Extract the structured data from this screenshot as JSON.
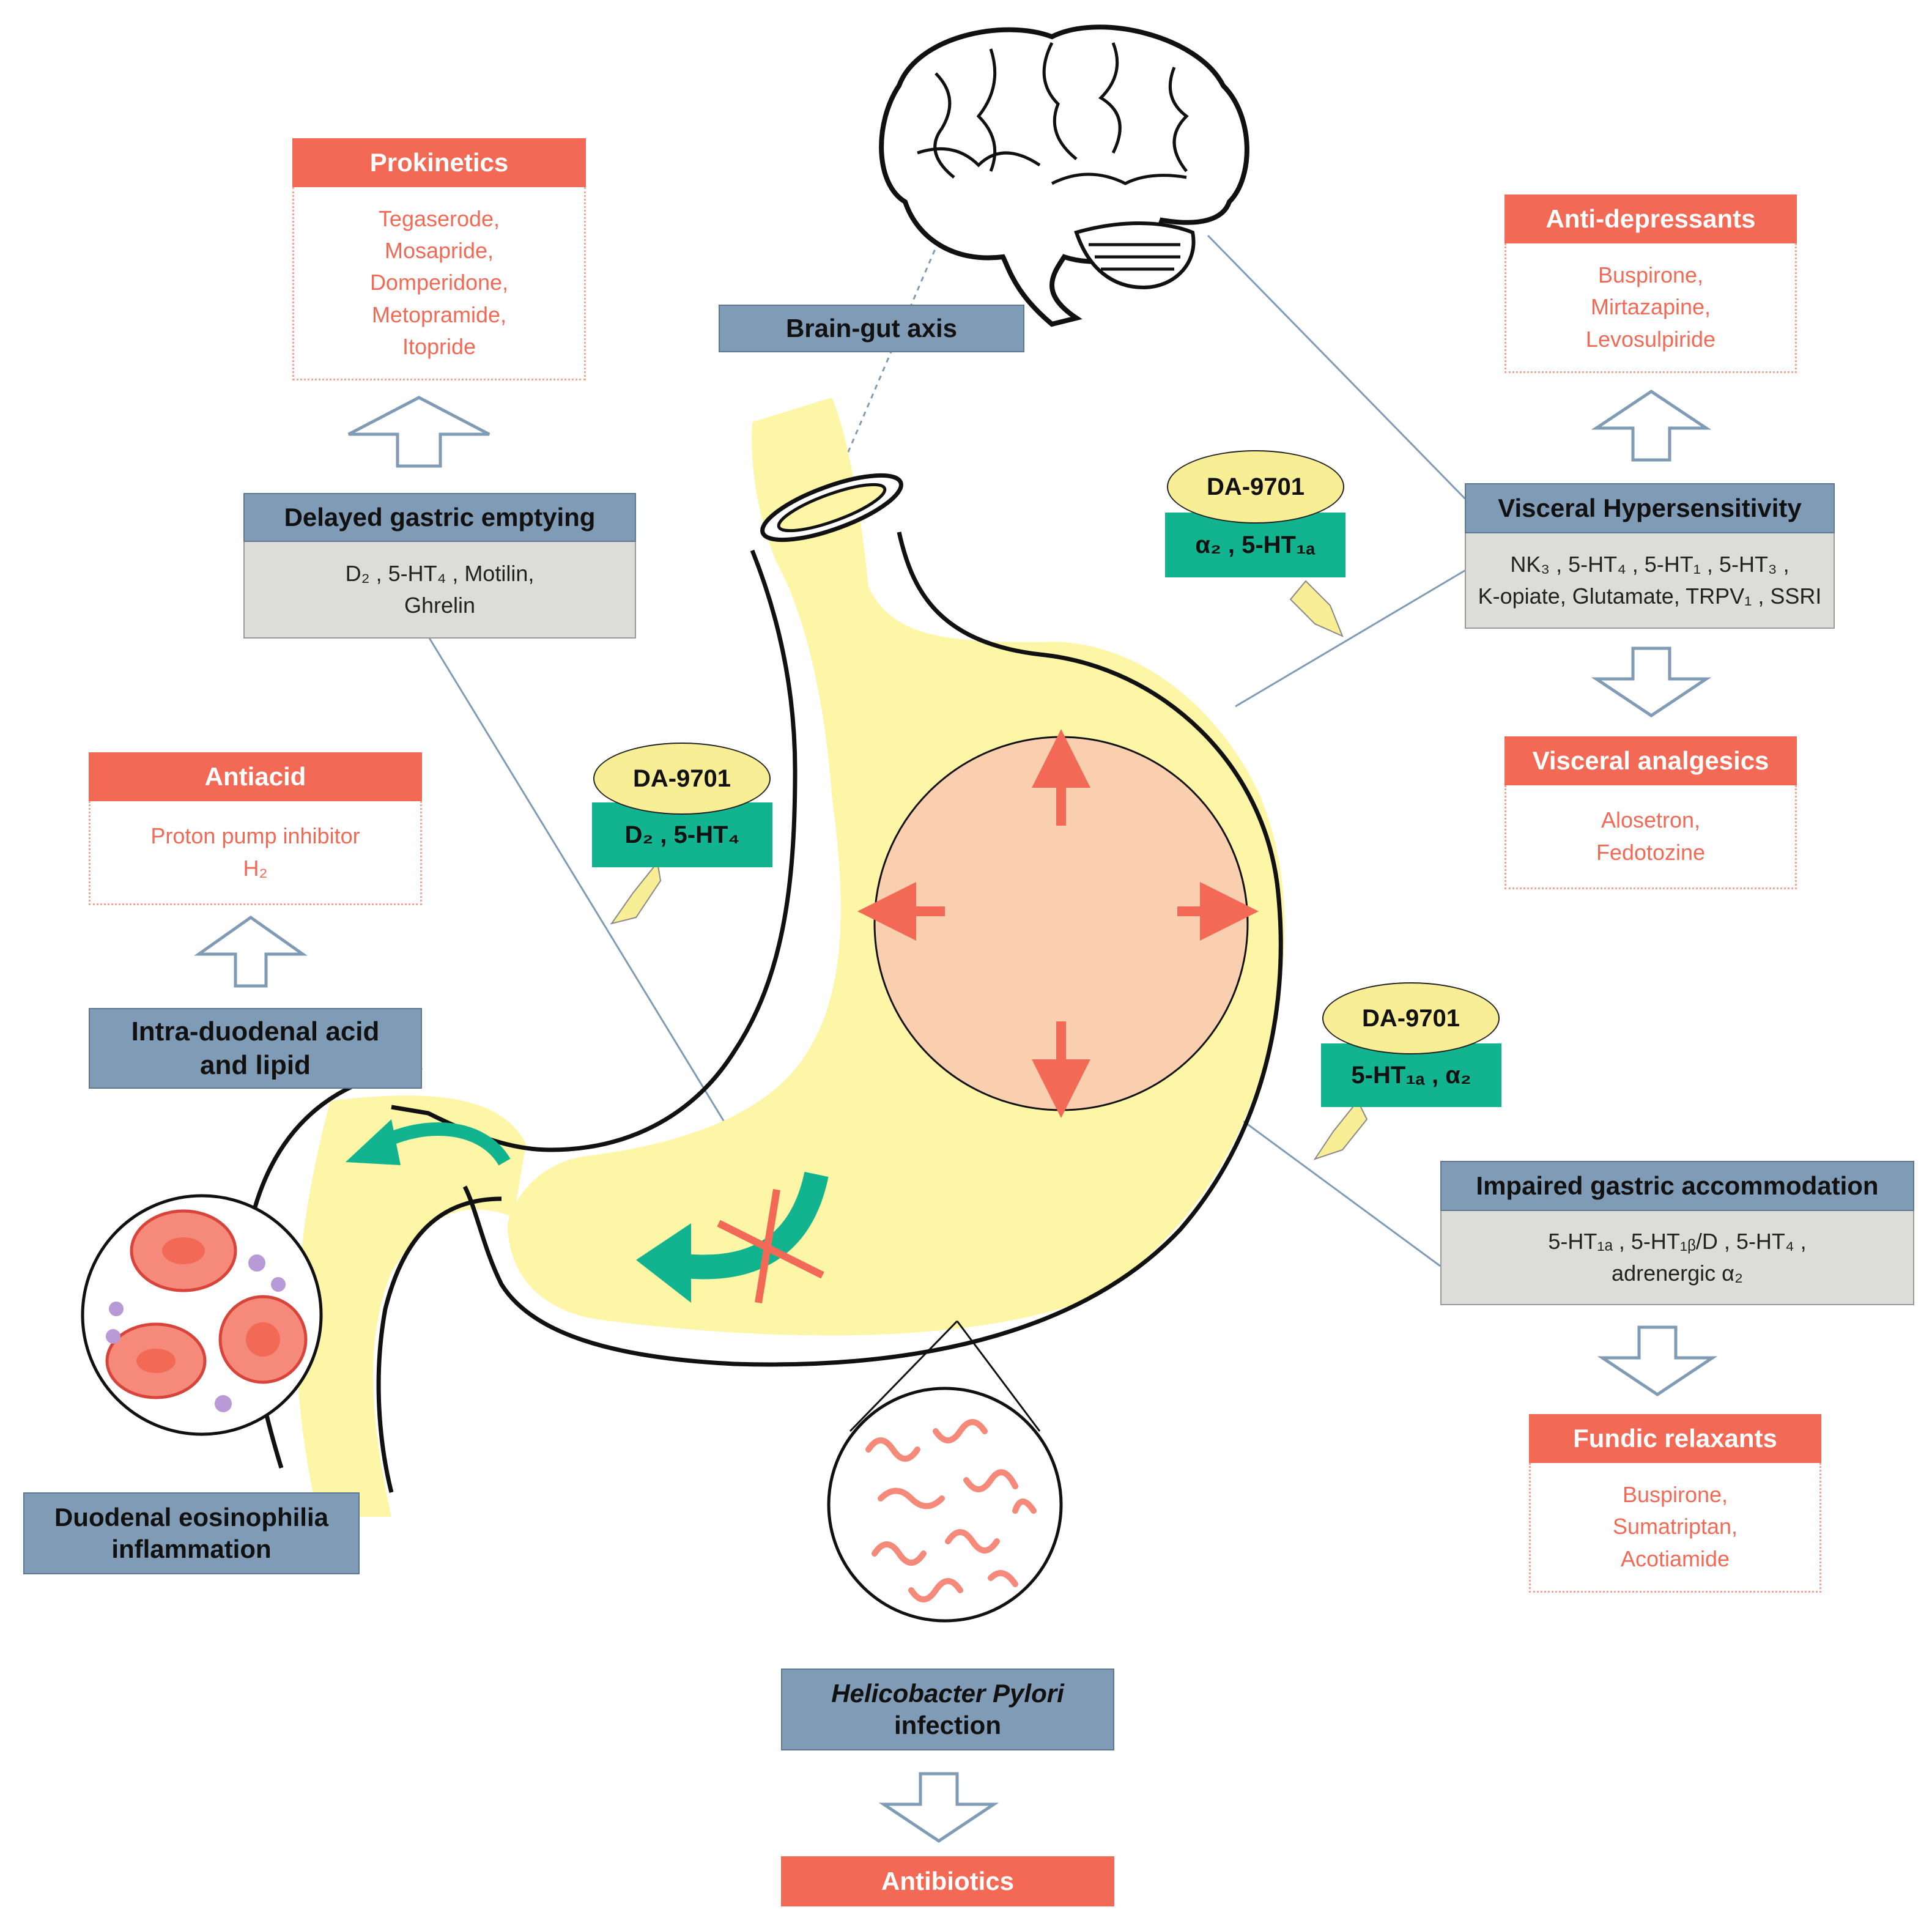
{
  "colors": {
    "cause_header": "#7f9bb5",
    "cause_body": "#dcdcd8",
    "treatment_header": "#f26a55",
    "treatment_text": "#f26a55",
    "drug_oval": "#f7ee95",
    "drug_receptor": "#12b48f",
    "stomach_fill": "#fdf6a6",
    "distension": "#f9cfb0",
    "outline_arrow": "#7f9bb5"
  },
  "brain_gut": {
    "label": "Brain-gut axis"
  },
  "prokinetics": {
    "title": "Prokinetics",
    "items": [
      "Tegaserode,",
      "Mosapride,",
      "Domperidone,",
      "Metopramide,",
      "Itopride"
    ]
  },
  "delayed_emptying": {
    "title": "Delayed gastric emptying",
    "lines": [
      "D₂ , 5-HT₄ , Motilin,",
      "Ghrelin"
    ]
  },
  "antiacid": {
    "title": "Antiacid",
    "items": [
      "Proton pump inhibitor",
      "H₂"
    ]
  },
  "intra_duodenal": {
    "line1": "Intra-duodenal acid",
    "line2": "and lipid"
  },
  "duodenal_eos": {
    "line1": "Duodenal eosinophilia",
    "line2": "inflammation"
  },
  "hpylori": {
    "line1": "Helicobacter Pylori",
    "line2": "infection"
  },
  "antibiotics": {
    "title": "Antibiotics"
  },
  "antidepressants": {
    "title": "Anti-depressants",
    "items": [
      "Buspirone,",
      "Mirtazapine,",
      "Levosulpiride"
    ]
  },
  "visceral_hyper": {
    "title": "Visceral Hypersensitivity",
    "lines": [
      "NK₃ , 5-HT₄ , 5-HT₁ , 5-HT₃ ,",
      "K-opiate, Glutamate, TRPV₁ , SSRI"
    ]
  },
  "visceral_analgesics": {
    "title": "Visceral analgesics",
    "items": [
      "Alosetron,",
      "Fedotozine"
    ]
  },
  "impaired_accommodation": {
    "title": "Impaired gastric accommodation",
    "lines": [
      "5-HT₁ₐ , 5-HT₁ᵦ/D , 5-HT₄ ,",
      "adrenergic α₂"
    ]
  },
  "fundic_relaxants": {
    "title": "Fundic relaxants",
    "items": [
      "Buspirone,",
      "Sumatriptan,",
      "Acotiamide"
    ]
  },
  "drug_tags": [
    {
      "name": "DA-9701",
      "receptors": "α₂ , 5-HT₁ₐ"
    },
    {
      "name": "DA-9701",
      "receptors": "D₂ , 5-HT₄"
    },
    {
      "name": "DA-9701",
      "receptors": "5-HT₁ₐ ,  α₂"
    }
  ],
  "icons": [
    "brain-icon",
    "stomach-icon",
    "eosinophil-micrograph-icon",
    "helicobacter-micrograph-icon"
  ]
}
